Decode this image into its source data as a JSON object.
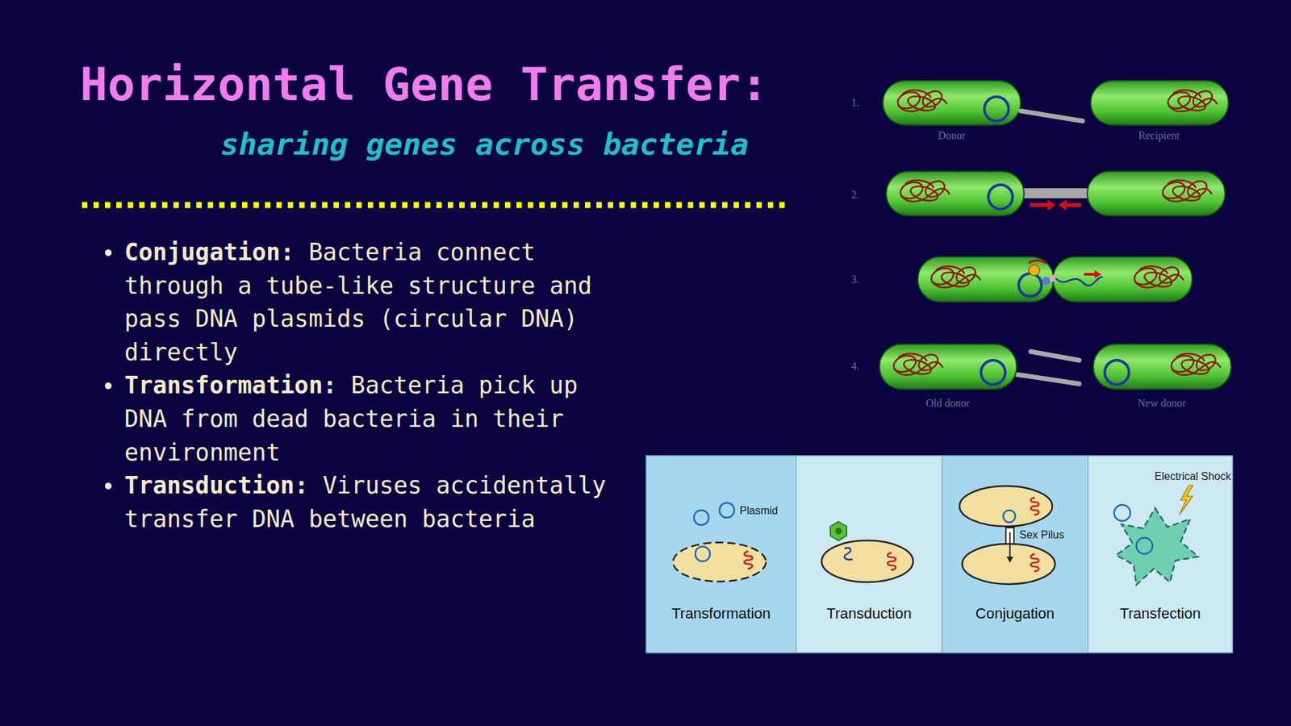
{
  "diagram": {
    "title": "Horizontal Gene Transfer:",
    "nodes": [
      {
        "text": [
          "Transformation"
        ]
      },
      {
        "text": [
          "Transduction"
        ]
      },
      {
        "text": [
          "Conjugation"
        ]
      },
      {
        "text": [
          "Transfection"
        ]
      }
    ],
    "labels": [
      "sharing genes across bacteria",
      "Conjugation:",
      "Bacteria connect through a tube-like structure and pass DNA plasmids (circular DNA) directly",
      "Transformation:",
      "Bacteria pick up DNA from dead bacteria in their environment",
      "Transduction:",
      "Viruses accidentally transfer DNA between bacteria",
      "1.",
      "2.",
      "3.",
      "4.",
      "Donor",
      "Recipient",
      "Old donor",
      "New donor",
      "Plasmid",
      "Sex Pilus",
      "Electrical Shock"
    ]
  }
}
